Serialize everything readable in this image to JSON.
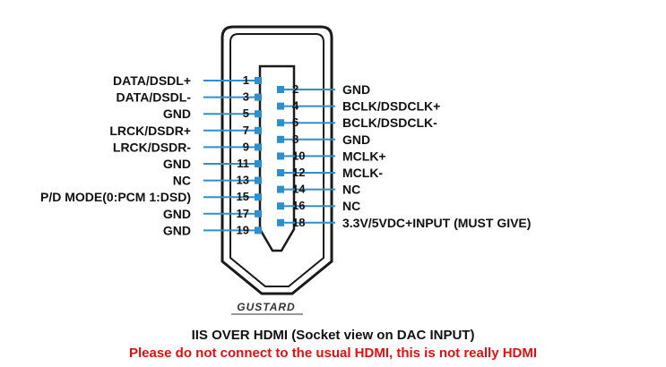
{
  "brand": "GUSTARD",
  "caption_main": "IIS OVER HDMI  (Socket view on DAC INPUT)",
  "caption_warning": "Please do not connect to the usual HDMI, this is not really HDMI",
  "colors": {
    "wire": "#2f8fce",
    "outline": "#1a1a1a",
    "warning": "#e01010"
  },
  "pins_left": [
    {
      "number": "1",
      "label": "DATA/DSDL+"
    },
    {
      "number": "3",
      "label": "DATA/DSDL-"
    },
    {
      "number": "5",
      "label": "GND"
    },
    {
      "number": "7",
      "label": "LRCK/DSDR+"
    },
    {
      "number": "9",
      "label": "LRCK/DSDR-"
    },
    {
      "number": "11",
      "label": "GND"
    },
    {
      "number": "13",
      "label": "NC"
    },
    {
      "number": "15",
      "label": "P/D MODE(0:PCM 1:DSD)"
    },
    {
      "number": "17",
      "label": "GND"
    },
    {
      "number": "19",
      "label": "GND"
    }
  ],
  "pins_right": [
    {
      "number": "2",
      "label": "GND"
    },
    {
      "number": "4",
      "label": "BCLK/DSDCLK+"
    },
    {
      "number": "6",
      "label": "BCLK/DSDCLK-"
    },
    {
      "number": "8",
      "label": "GND"
    },
    {
      "number": "10",
      "label": "MCLK+"
    },
    {
      "number": "12",
      "label": "MCLK-"
    },
    {
      "number": "14",
      "label": "NC"
    },
    {
      "number": "16",
      "label": "NC"
    },
    {
      "number": "18",
      "label": "3.3V/5VDC+INPUT (MUST GIVE)"
    }
  ]
}
